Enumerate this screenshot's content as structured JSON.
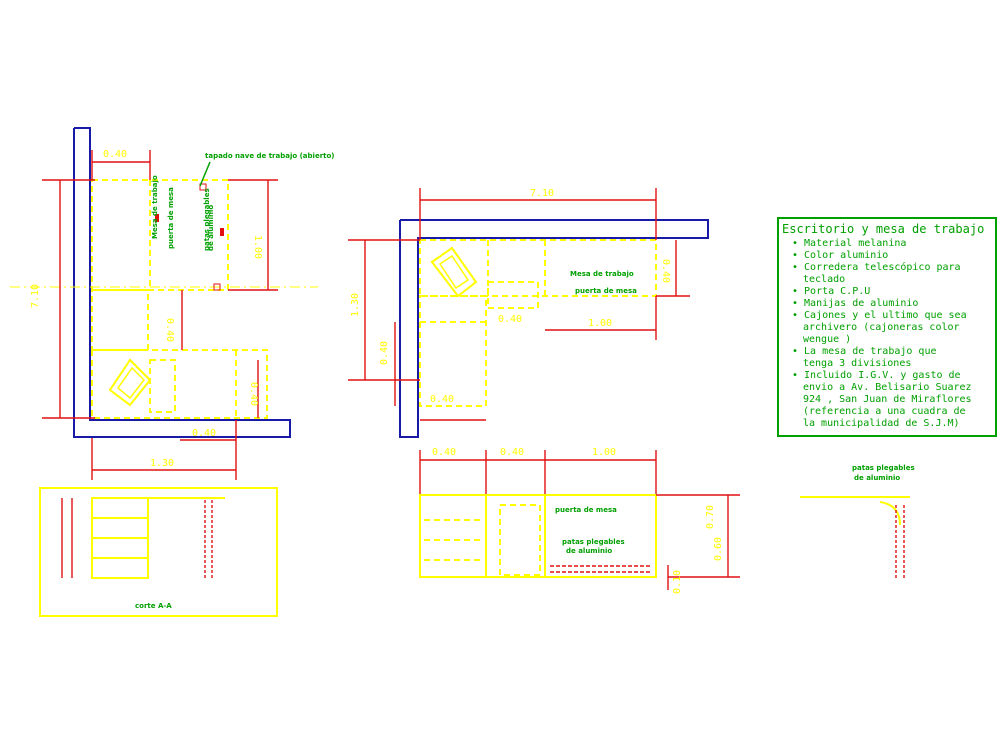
{
  "labels": {
    "tapa_note": "tapado nave de trabajo (abierto)",
    "mesa_trabajo": "Mesa de trabajo",
    "puerta_mesa": "puerta de mesa",
    "patas_plegables": "patas plegables",
    "de_aluminio": "de aluminio",
    "corte": "corte A-A",
    "mesa_trabajo_2": "Mesa de trabajo",
    "puerta_mesa_2": "puerta de mesa",
    "puerta_mesa_3": "puerta de mesa",
    "patas_plegables_2": "patas plegables",
    "de_aluminio_2": "de aluminio",
    "patas_plegables_3": "patas plegables",
    "de_aluminio_3": "de aluminio"
  },
  "dims": {
    "d040_top": "0.40",
    "d710_left": "7.10",
    "d100_right": "1.00",
    "d040_mid": "0.40",
    "d040_low": "0.40",
    "d040_bottom": "0.40",
    "d130_bottom": "1.30",
    "d710_top": "7.10",
    "d130_left": "1.30",
    "d040_left2": "0.40",
    "d040_right2": "0.40",
    "d040_under": "0.40",
    "d100_under": "1.00",
    "d040_low2": "0.40",
    "e040_a": "0.40",
    "e040_b": "0.40",
    "e100": "1.00",
    "e060": "0.60",
    "e070": "0.70",
    "e010": "0.10"
  },
  "specs": {
    "title": "Escritorio y mesa de trabajo",
    "items": [
      "Material melanina",
      "Color aluminio",
      "Corredera telescópico  para",
      "teclado",
      "Porta C.P.U",
      "Manijas de aluminio",
      "Cajones y el ultimo que sea",
      "archivero (cajoneras color",
      "wengue )",
      "La mesa de trabajo que",
      "tenga 3 divisiones",
      "Incluido I.G.V. y gasto de",
      "envio a Av. Belisario Suarez",
      "924 , San Juan de Miraflores",
      "(referencia a una cuadra de",
      "la municipalidad de S.J.M)"
    ]
  },
  "colors": {
    "furniture": "#ffff00",
    "wall": "#1a1aa8",
    "dimension": "#e01010",
    "text": "#00a000"
  }
}
